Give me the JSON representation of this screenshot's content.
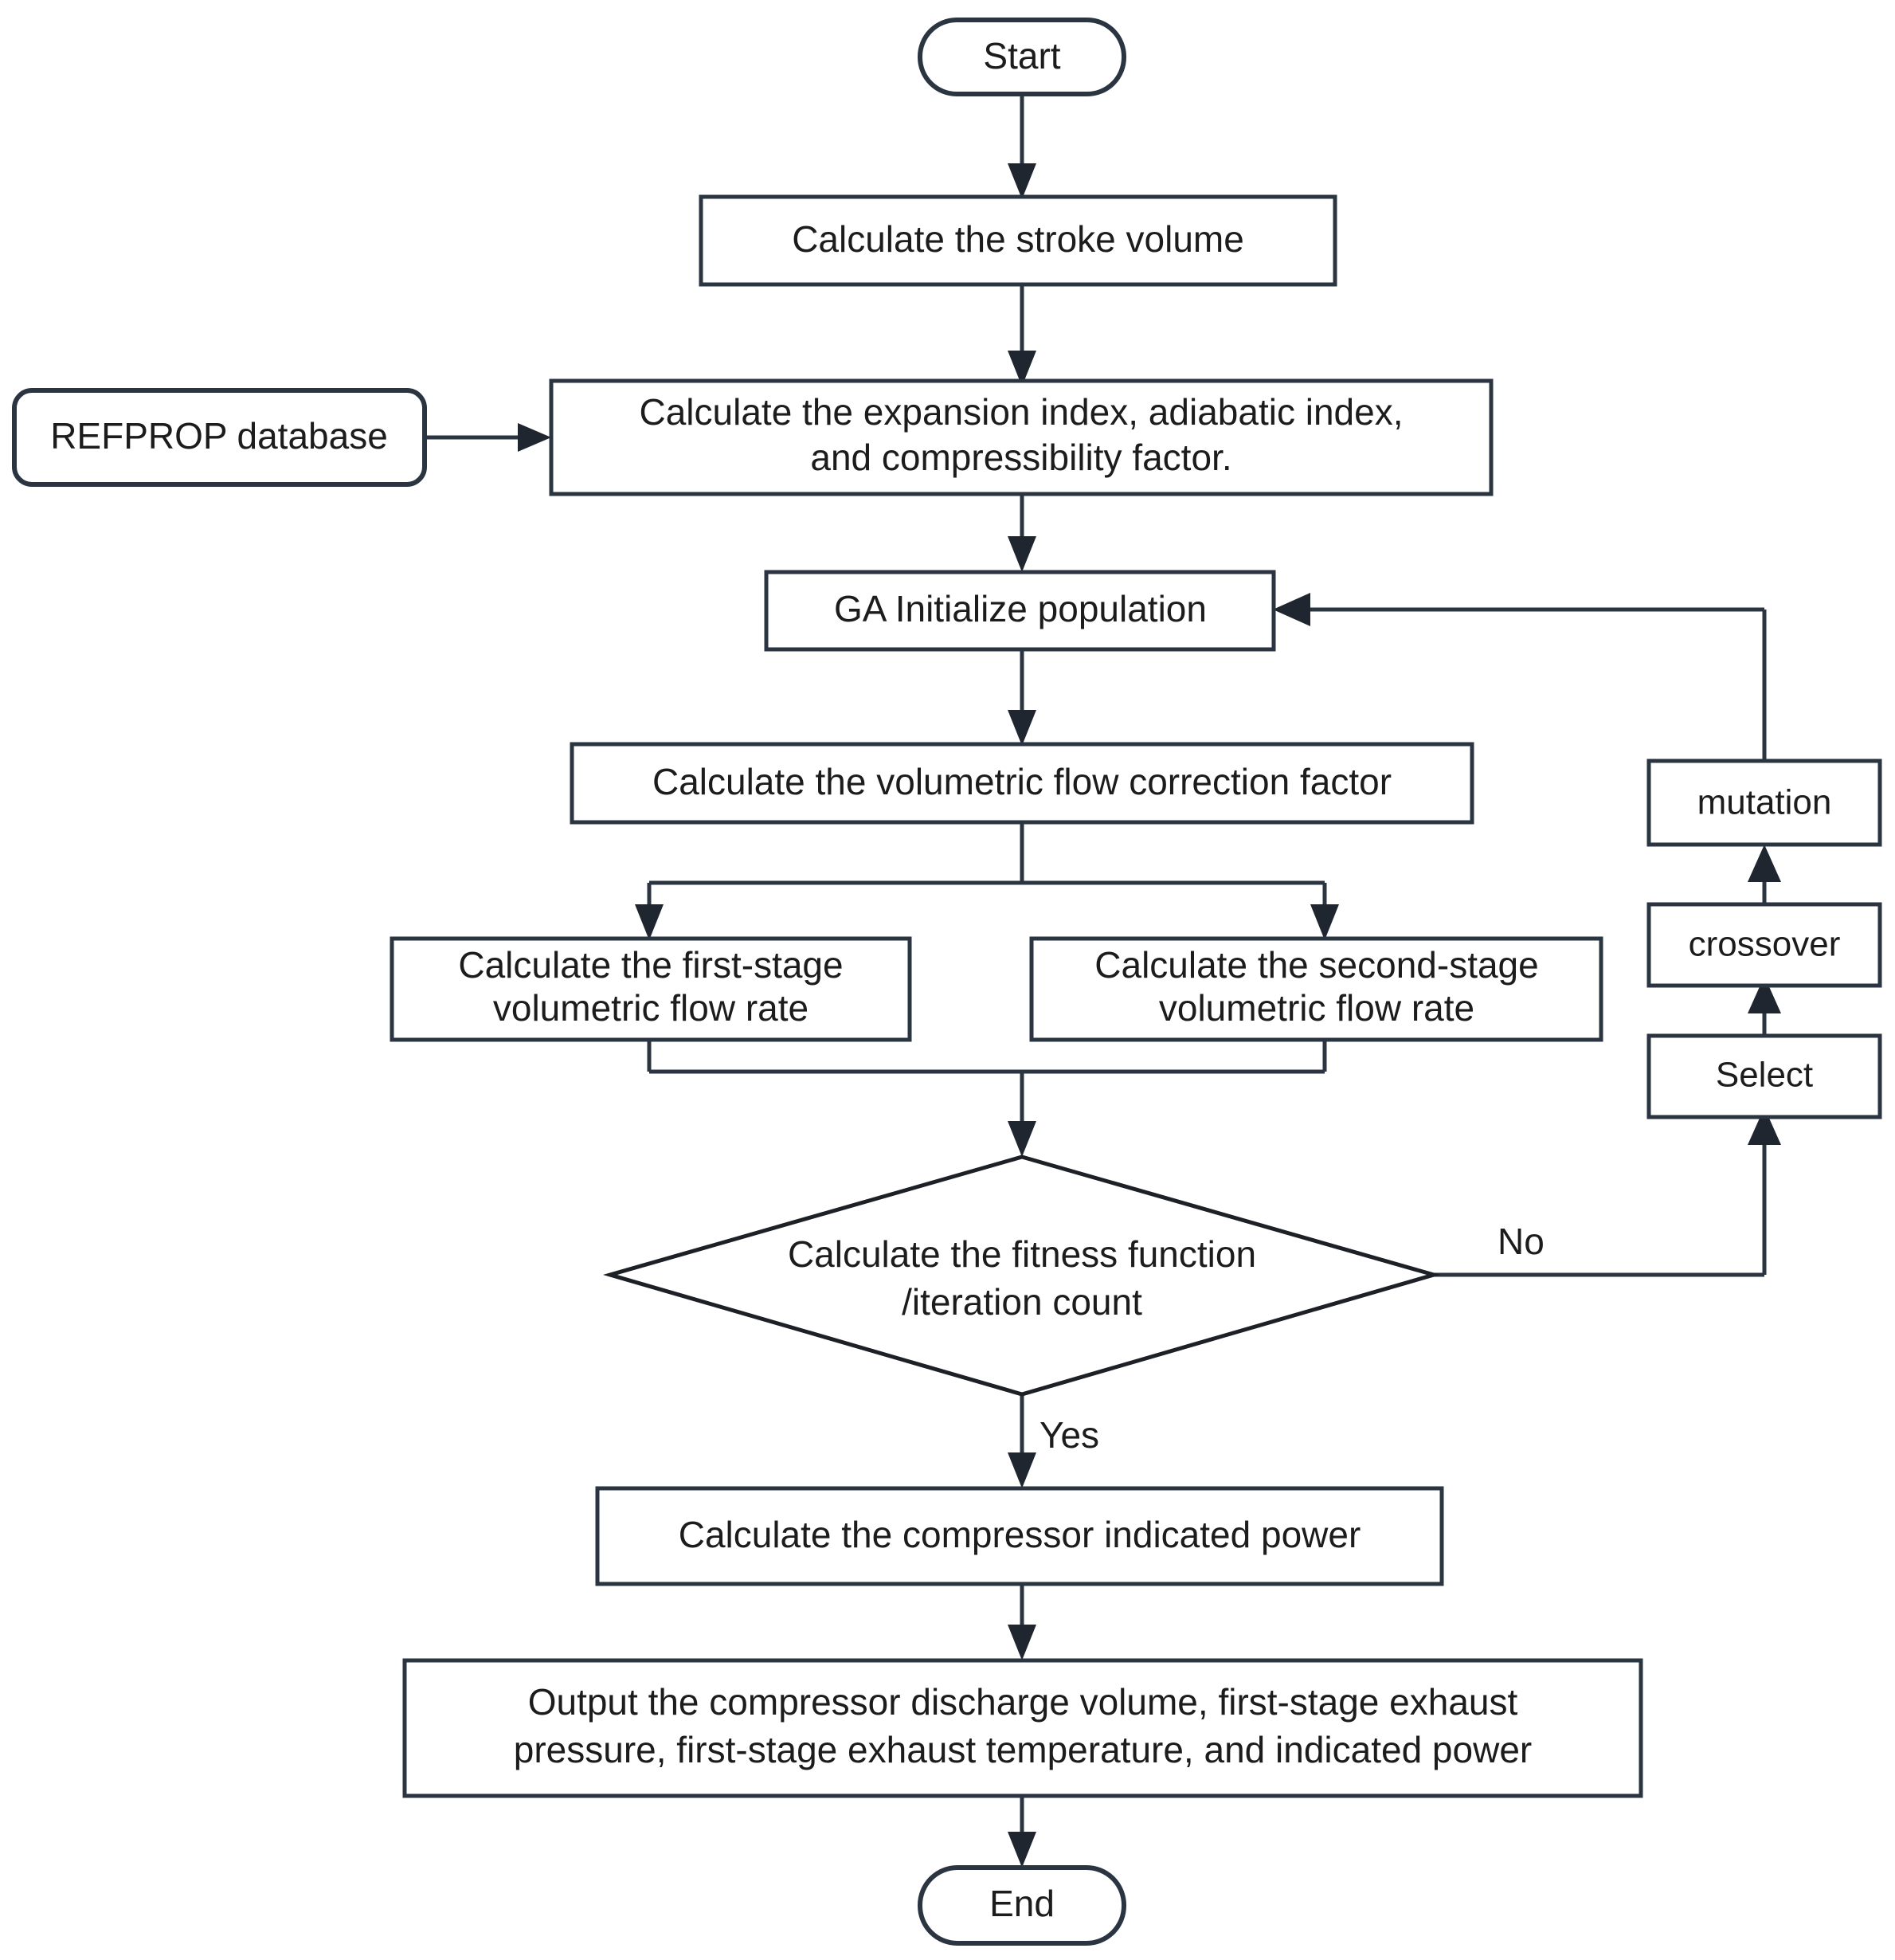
{
  "diagram": {
    "type": "flowchart",
    "title": "Compressor performance calculation with genetic algorithm optimization",
    "background_color": "#ffffff",
    "stroke_color": "#2b3441",
    "text_color": "#1c1c1c"
  },
  "nodes": {
    "start": {
      "label": "Start",
      "shape": "terminator"
    },
    "stroke_volume": {
      "label": "Calculate the stroke volume",
      "shape": "process"
    },
    "refprop": {
      "label": "REFPROP database",
      "shape": "terminator"
    },
    "indices_line1": {
      "label": "Calculate the expansion index, adiabatic index,"
    },
    "indices_line2": {
      "label": "and compressibility factor."
    },
    "ga_init": {
      "label": "GA Initialize population",
      "shape": "process"
    },
    "correction_factor": {
      "label": "Calculate the volumetric flow correction factor",
      "shape": "process"
    },
    "first_stage_line1": {
      "label": "Calculate the first-stage"
    },
    "first_stage_line2": {
      "label": "volumetric flow rate"
    },
    "second_stage_line1": {
      "label": "Calculate the second-stage"
    },
    "second_stage_line2": {
      "label": "volumetric flow rate"
    },
    "decision_line1": {
      "label": "Calculate the fitness function"
    },
    "decision_line2": {
      "label": "/iteration count"
    },
    "mutation": {
      "label": "mutation",
      "shape": "process"
    },
    "crossover": {
      "label": "crossover",
      "shape": "process"
    },
    "select": {
      "label": "Select",
      "shape": "process"
    },
    "indicated_power": {
      "label": "Calculate the compressor indicated power",
      "shape": "process"
    },
    "output_line1": {
      "label": "Output the compressor discharge volume, first-stage exhaust"
    },
    "output_line2": {
      "label": "pressure, first-stage exhaust temperature, and indicated power"
    },
    "end": {
      "label": "End",
      "shape": "terminator"
    }
  },
  "edge_labels": {
    "no": "No",
    "yes": "Yes"
  }
}
